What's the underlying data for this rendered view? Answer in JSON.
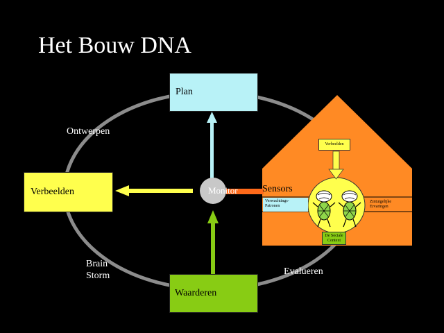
{
  "title": "Het Bouw DNA",
  "nodes": {
    "plan": "Plan",
    "verbeelden": "Verbeelden",
    "waarderen": "Waarderen",
    "monitor": "Monitor"
  },
  "cycle_labels": {
    "ontwerpen": "Ontwerpen",
    "brain": "Brain",
    "storm": "Storm",
    "evalueren": "Evalueren"
  },
  "house": {
    "sensors": "Sensors",
    "verbeelden": "Verbeelden",
    "verwachtings_1": "Verwachtings-",
    "verwachtings_2": "Patronen",
    "zintuigelijke_1": "Zintuigelijke",
    "zintuigelijke_2": "Ervaringen",
    "sociale_1": "De Sociale",
    "sociale_2": "Context"
  },
  "colors": {
    "background": "#000000",
    "plan_fill": "#b8f2f7",
    "verbeelden_fill": "#ffff4d",
    "waarderen_fill": "#88cc14",
    "house_fill": "#ff8a24",
    "monitor_fill": "#c8c8c8",
    "ellipse_stroke": "#8c8c8c"
  }
}
